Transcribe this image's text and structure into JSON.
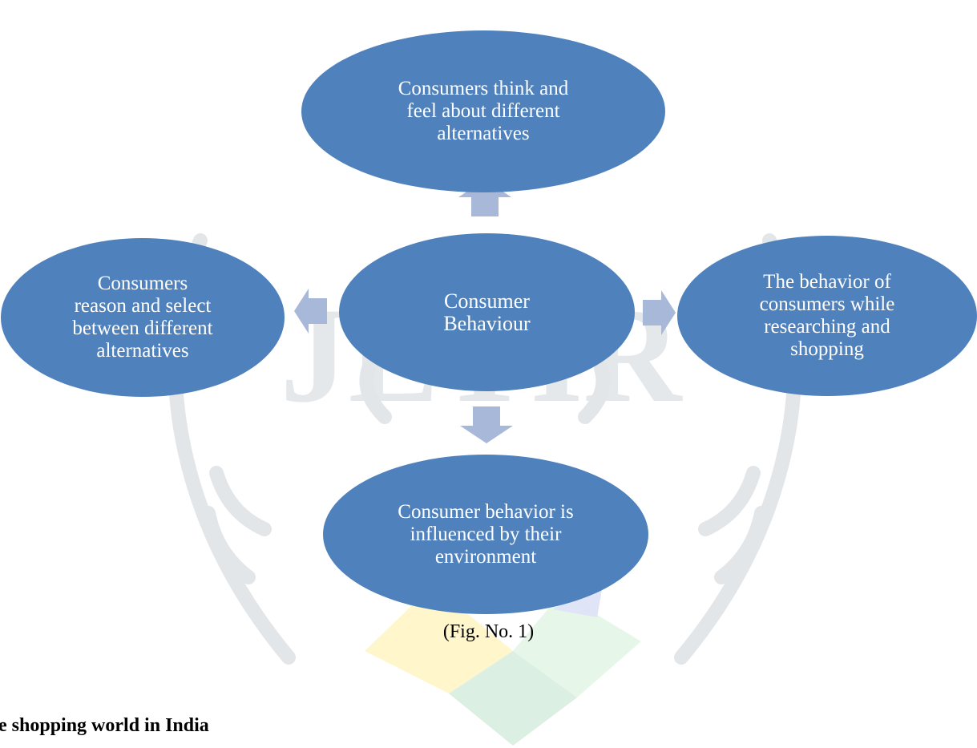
{
  "diagram": {
    "center": {
      "label_lines": [
        "Consumer",
        "Behaviour"
      ]
    },
    "top": {
      "label_lines": [
        "Consumers think and",
        "feel about different",
        "alternatives"
      ]
    },
    "left": {
      "label_lines": [
        "Consumers",
        "reason and select",
        "between different",
        "alternatives"
      ]
    },
    "right": {
      "label_lines": [
        "The behavior of",
        "consumers while",
        "researching and",
        "shopping"
      ]
    },
    "bottom": {
      "label_lines": [
        "Consumer behavior is",
        "influenced by their",
        "environment"
      ]
    },
    "colors": {
      "node_fill": "#4f81bd",
      "arrow_fill": "#a7b8d8",
      "node_text": "#ffffff"
    }
  },
  "caption": "(Fig. No. 1)",
  "section_heading": "e shopping world in India",
  "watermark_text": "JETIR"
}
